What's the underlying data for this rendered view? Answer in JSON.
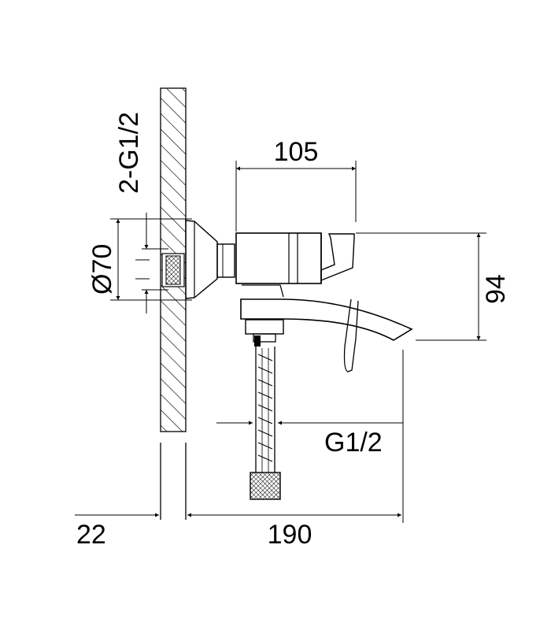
{
  "dimensions": {
    "thread_pair": "2-G1/2",
    "body_length": "105",
    "flange_diameter": "Ø70",
    "height": "94",
    "hose_thread": "G1/2",
    "wall_thickness": "22",
    "total_projection": "190"
  },
  "colors": {
    "line": "#000000",
    "background": "#ffffff"
  }
}
